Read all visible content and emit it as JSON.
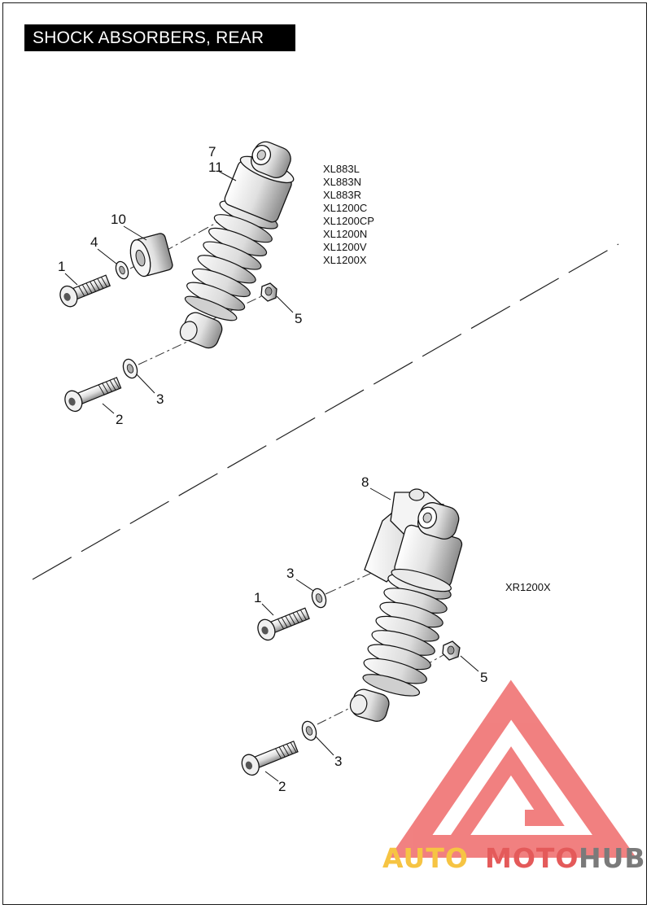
{
  "title": "SHOCK ABSORBERS, REAR",
  "upper_models": [
    "XL883L",
    "XL883N",
    "XL883R",
    "XL1200C",
    "XL1200CP",
    "XL1200N",
    "XL1200V",
    "XL1200X"
  ],
  "lower_model": "XR1200X",
  "callouts_upper": {
    "c1": "1",
    "c2": "2",
    "c3": "3",
    "c4": "4",
    "c5": "5",
    "c7": "7",
    "c10": "10",
    "c11": "11"
  },
  "callouts_lower": {
    "c1": "1",
    "c2": "2",
    "c3a": "3",
    "c3b": "3",
    "c5": "5",
    "c8": "8"
  },
  "watermark": {
    "part1": "AUTO",
    "part2": "MOTO",
    "part3": "HUB",
    "colors": {
      "auto": "#f6c443",
      "moto": "#e45a5a",
      "hub": "#7a7a7a",
      "triangle": "#ef6b6b"
    }
  }
}
